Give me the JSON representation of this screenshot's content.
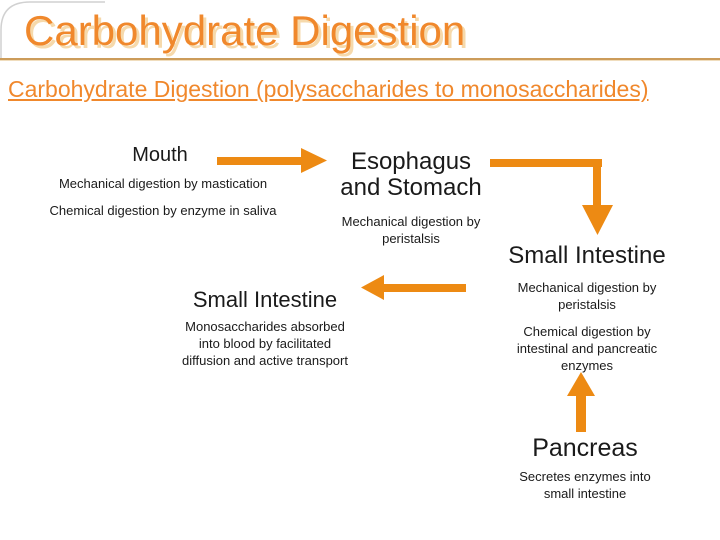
{
  "slide": {
    "title": "Carbohydrate Digestion",
    "subtitle": "Carbohydrate Digestion (polysaccharides to monosaccharides)"
  },
  "diagram": {
    "mouth": {
      "title": "Mouth",
      "detail1": "Mechanical digestion by mastication",
      "detail2": "Chemical digestion by enzyme in saliva"
    },
    "esophagus_stomach": {
      "title_lines": [
        "Esophagus",
        "and Stomach"
      ],
      "detail_lines": [
        "Mechanical digestion by",
        "peristalsis"
      ]
    },
    "small_intestine_right": {
      "title": "Small Intestine",
      "detail1_lines": [
        "Mechanical digestion by",
        "peristalsis"
      ],
      "detail2_lines": [
        "Chemical digestion by",
        "intestinal and pancreatic",
        "enzymes"
      ]
    },
    "small_intestine_left": {
      "title": "Small Intestine",
      "detail_lines": [
        "Monosaccharides absorbed",
        "into blood by facilitated",
        "diffusion and active transport"
      ]
    },
    "pancreas": {
      "title": "Pancreas",
      "detail_lines": [
        "Secretes enzymes into",
        "small intestine"
      ]
    }
  },
  "colors": {
    "heading_orange": "#F0882C",
    "arrow_orange": "#ED8A13",
    "divider_tan": "#CC9C5A",
    "body_text": "#1A1A1A"
  }
}
